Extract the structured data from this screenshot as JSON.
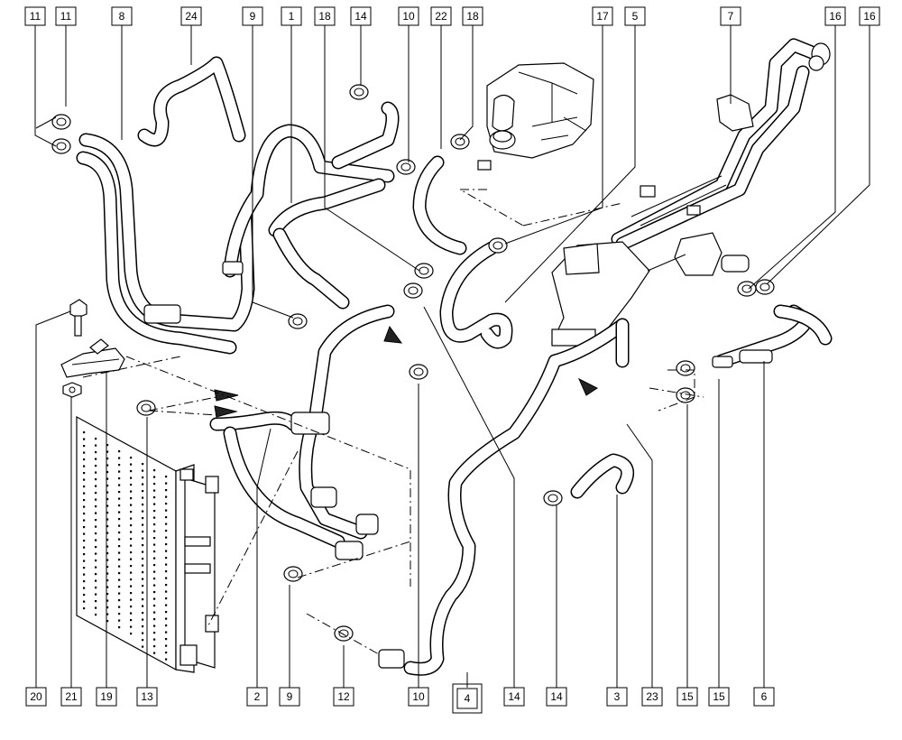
{
  "diagram": {
    "highlight_color": "#e3000f",
    "highlighted_callout": "4",
    "top_callouts": [
      "11",
      "11",
      "8",
      "24",
      "9",
      "1",
      "18",
      "14",
      "10",
      "22",
      "18",
      "17",
      "5",
      "7",
      "16",
      "16"
    ],
    "bottom_callouts": [
      "20",
      "21",
      "19",
      "13",
      "2",
      "9",
      "12",
      "10",
      "4",
      "14",
      "14",
      "3",
      "23",
      "15",
      "15",
      "6"
    ]
  }
}
